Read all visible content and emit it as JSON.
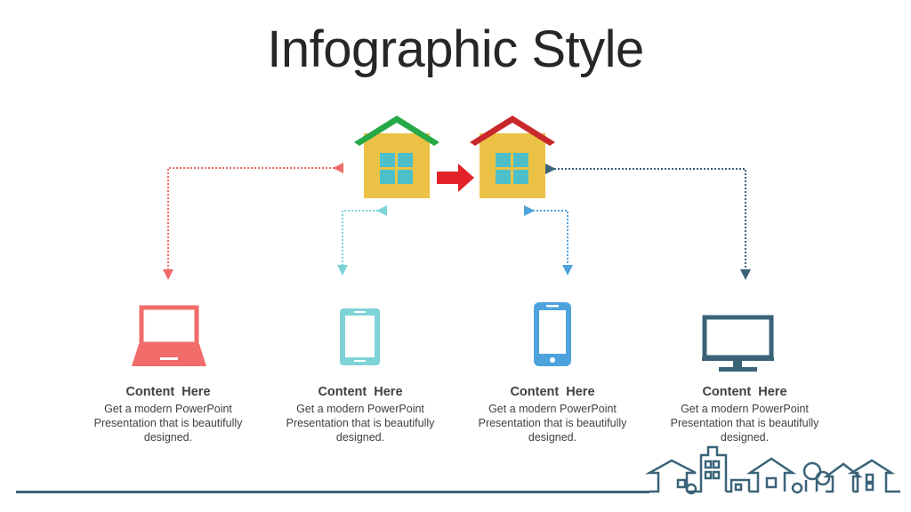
{
  "title": "Infographic Style",
  "colors": {
    "house_body": "#EBC245",
    "house_window": "#4DBFC9",
    "roof_left": "#26A847",
    "roof_right": "#C8282C",
    "arrow": "#E32128",
    "laptop": "#F26B6B",
    "tablet": "#7ED3D8",
    "phone": "#4EA3DC",
    "monitor": "#3B6378",
    "text": "#404040",
    "skyline": "#3B6378"
  },
  "items": [
    {
      "heading": "Content  Here",
      "text": "Get a modern PowerPoint Presentation that is beautifully designed.",
      "icon": "laptop-icon"
    },
    {
      "heading": "Content  Here",
      "text": "Get a modern PowerPoint Presentation that is beautifully designed.",
      "icon": "tablet-icon"
    },
    {
      "heading": "Content  Here",
      "text": "Get a modern PowerPoint Presentation that is beautifully designed.",
      "icon": "smartphone-icon"
    },
    {
      "heading": "Content  Here",
      "text": "Get a modern PowerPoint Presentation that is beautifully designed.",
      "icon": "monitor-icon"
    }
  ]
}
